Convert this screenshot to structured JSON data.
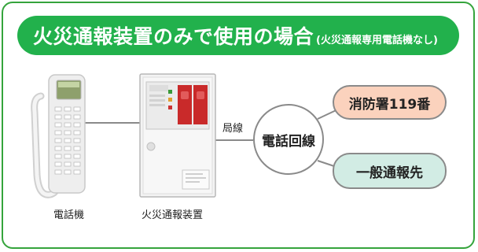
{
  "banner": {
    "title": "火災通報装置のみで使用の場合",
    "subtitle": "(火災通報専用電話機なし)"
  },
  "devices": {
    "phone_label": "電話機",
    "alarm_label": "火災通報装置"
  },
  "connection": {
    "line_label": "局線",
    "hub_label": "電話回線"
  },
  "destinations": {
    "fire_station": "消防署119番",
    "general": "一般通報先"
  },
  "colors": {
    "frame": "#35a43c",
    "banner": "#22b14c",
    "fire_station_fill": "#fbd2bd",
    "general_fill": "#d2ece4"
  }
}
